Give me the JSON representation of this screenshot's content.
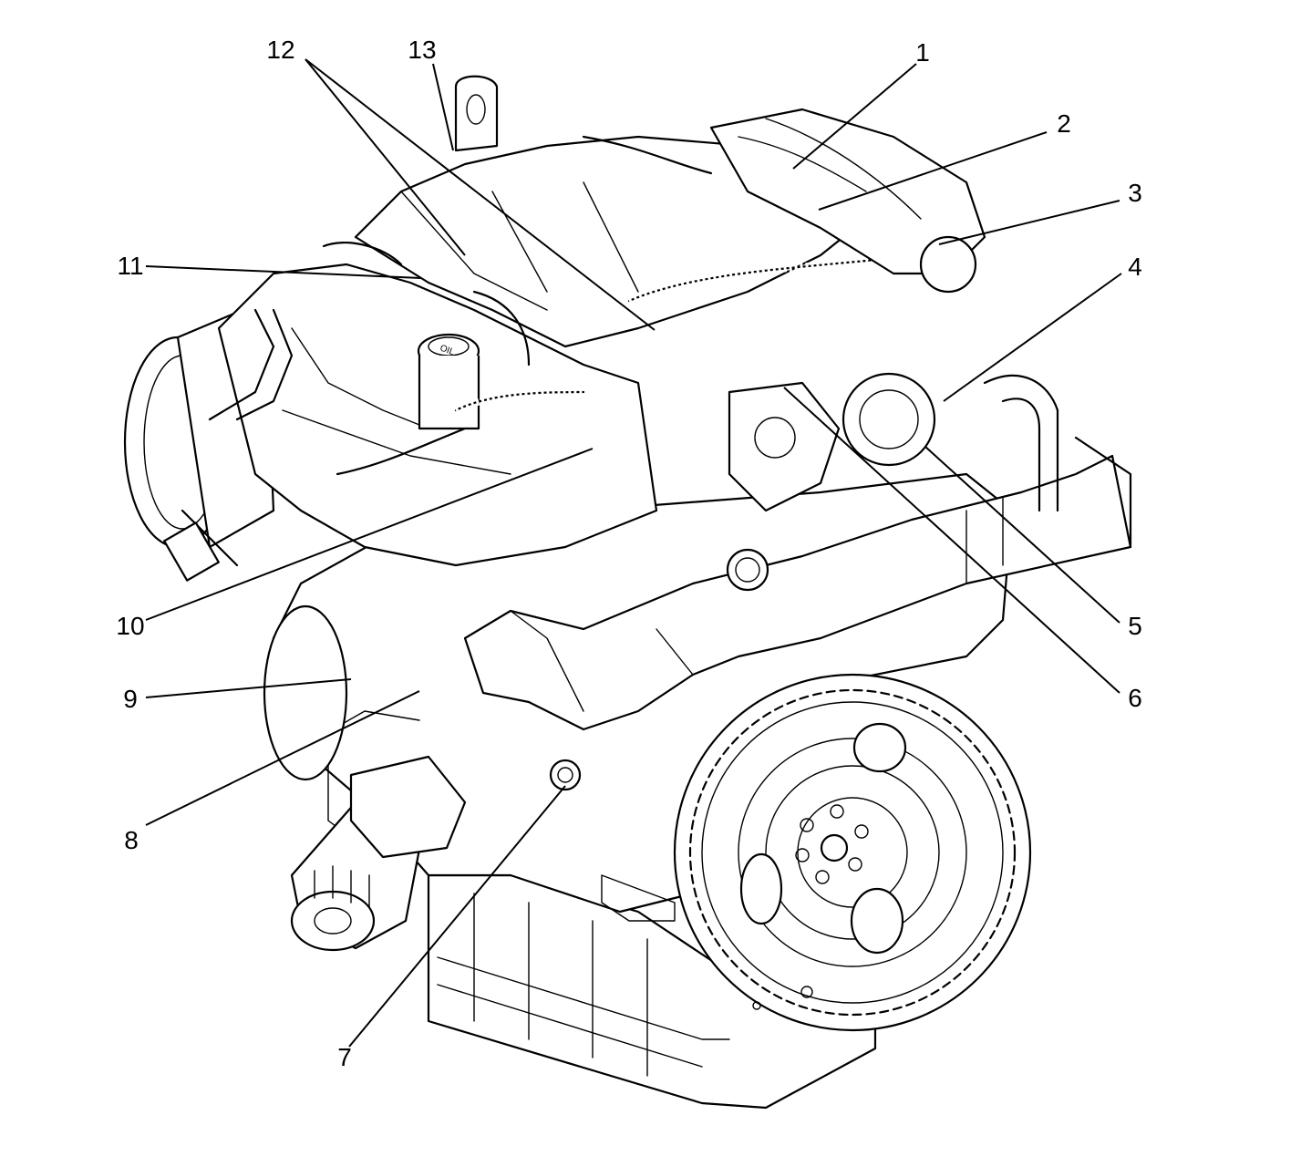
{
  "diagram": {
    "labels": [
      {
        "id": "1",
        "text": "1"
      },
      {
        "id": "2",
        "text": "2"
      },
      {
        "id": "3",
        "text": "3"
      },
      {
        "id": "4",
        "text": "4"
      },
      {
        "id": "5",
        "text": "5"
      },
      {
        "id": "6",
        "text": "6"
      },
      {
        "id": "7",
        "text": "7"
      },
      {
        "id": "8",
        "text": "8"
      },
      {
        "id": "9",
        "text": "9"
      },
      {
        "id": "10",
        "text": "10"
      },
      {
        "id": "11",
        "text": "11"
      },
      {
        "id": "12",
        "text": "12"
      },
      {
        "id": "13",
        "text": "13"
      }
    ],
    "oil_cap_text": "OIL"
  }
}
